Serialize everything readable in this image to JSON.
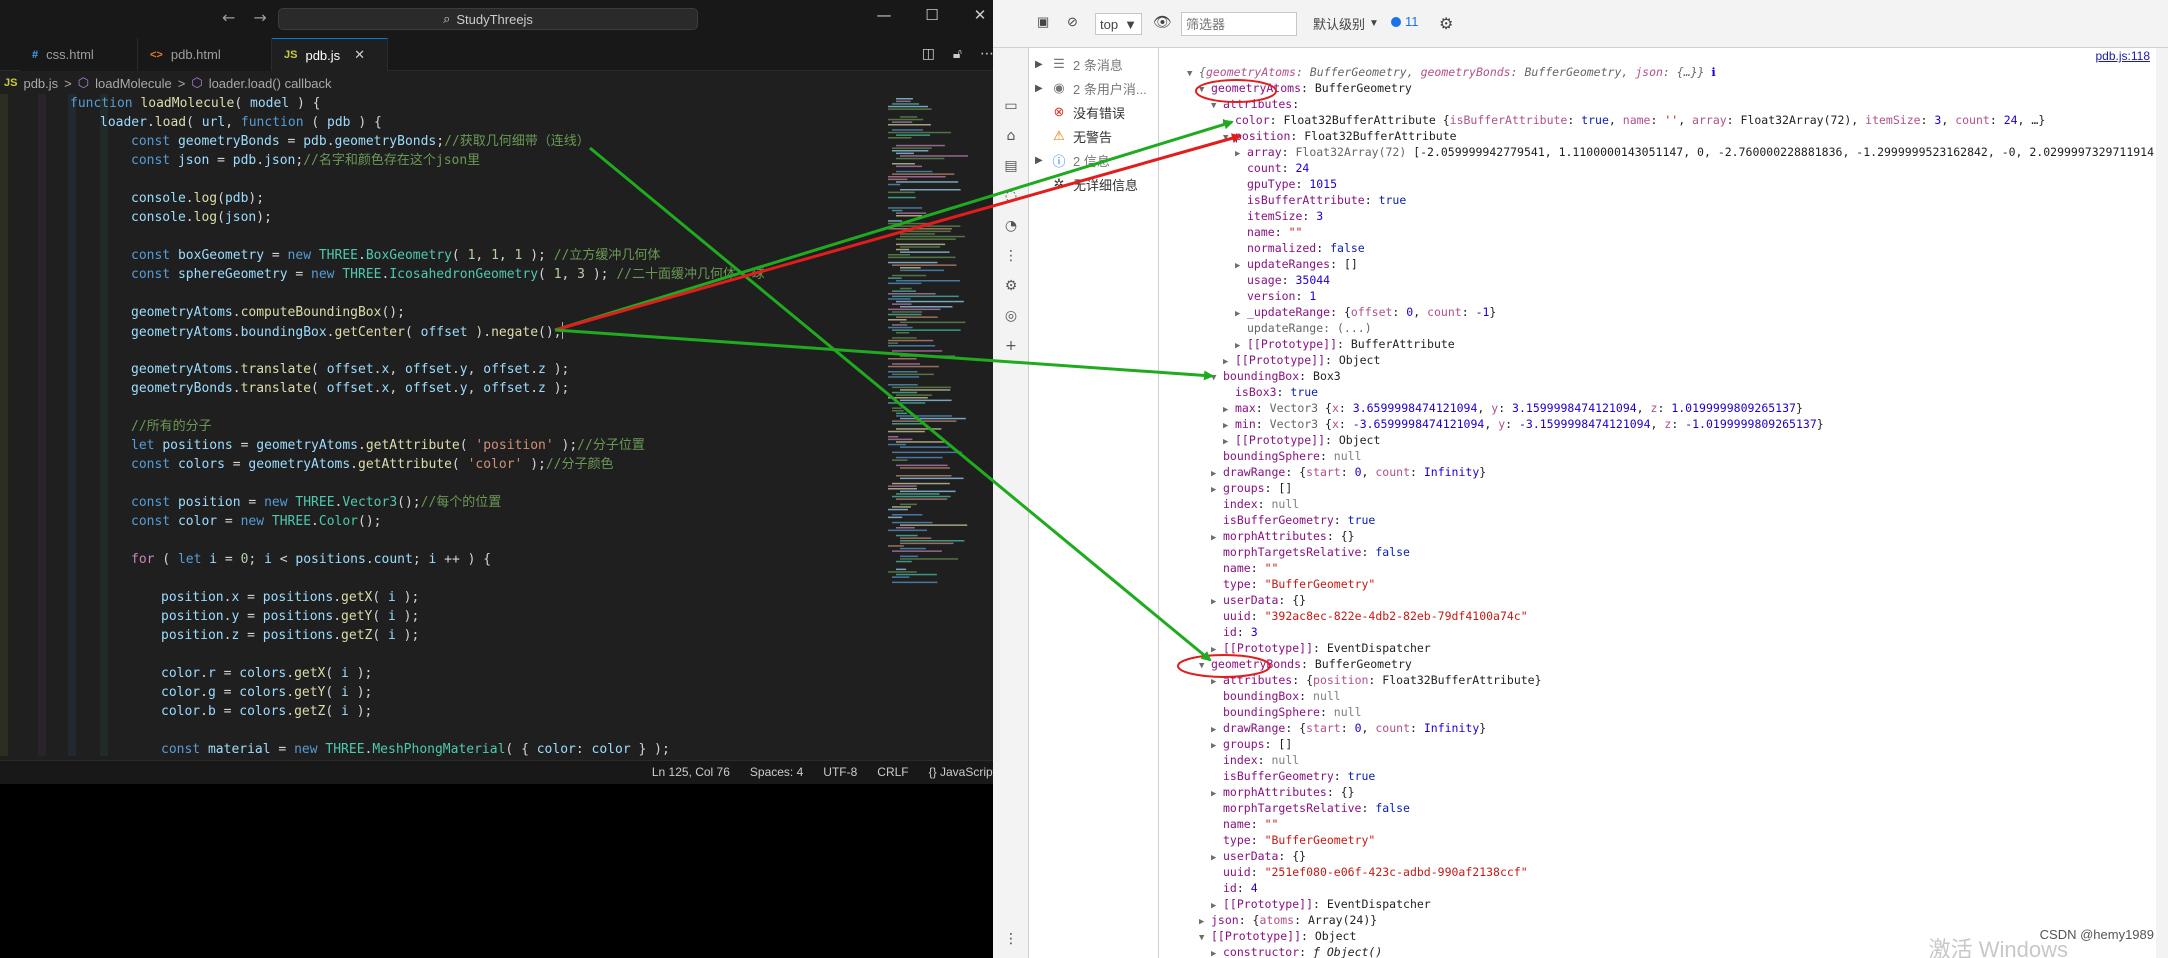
{
  "vscode": {
    "search": "StudyThreejs",
    "window_controls": [
      "—",
      "☐",
      "✕"
    ],
    "tabs": [
      {
        "icon": "#",
        "label": "css.html",
        "color": "#42a5f5"
      },
      {
        "icon": "<>",
        "label": "pdb.html",
        "color": "#e37933"
      },
      {
        "icon": "JS",
        "label": "pdb.js",
        "color": "#cbcb41"
      }
    ],
    "breadcrumb": [
      "pdb.js",
      ">",
      "loadMolecule",
      ">",
      "loader.load() callback"
    ],
    "status": [
      "Ln 125, Col 76",
      "Spaces: 4",
      "UTF-8",
      "CRLF",
      "{} JavaScript"
    ]
  },
  "devtools": {
    "toolbar": {
      "context": "top",
      "filter_placeholder": "筛选器",
      "levels": "默认级别",
      "badge": "11"
    },
    "sidebar": [
      {
        "label": "2 条消息",
        "icon": "list-icon",
        "muted": true
      },
      {
        "label": "2 条用户消...",
        "icon": "user-icon",
        "muted": true
      },
      {
        "label": "没有错误",
        "icon": "error-icon",
        "muted": false
      },
      {
        "label": "无警告",
        "icon": "warning-icon",
        "muted": false
      },
      {
        "label": "2 信息",
        "icon": "info-icon",
        "muted": true
      },
      {
        "label": "无详细信息",
        "icon": "bug-icon",
        "muted": false
      }
    ],
    "source_link": "pdb.js:118",
    "watermark": "CSDN @hemy1989",
    "watermark2": "激活 Windows"
  }
}
